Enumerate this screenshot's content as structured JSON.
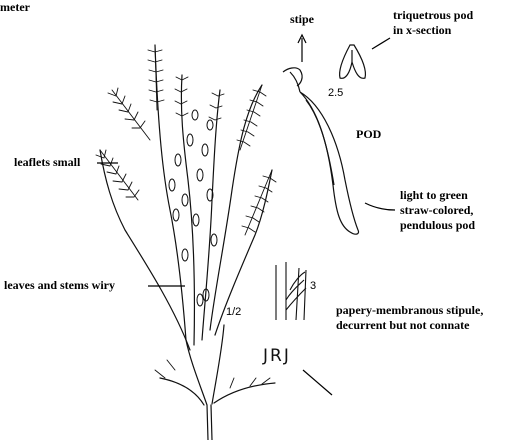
{
  "labels": {
    "corner": "meter",
    "stipe": "stipe",
    "triquetrous": [
      "triquetrous pod",
      "in x-section"
    ],
    "pod": "POD",
    "leaflets": "leaflets small",
    "pod_color": [
      "light to green",
      "straw-colored,",
      "pendulous pod"
    ],
    "leaves_stems": "leaves and stems wiry",
    "stipule": [
      "papery-membranous stipule,",
      "decurrent but not connate"
    ]
  },
  "scales": {
    "pod_detail": "2.5",
    "stipule_detail": "3",
    "plant": "1/2"
  },
  "signature": "JRJ",
  "colors": {
    "ink": "#000000",
    "background": "#ffffff"
  }
}
